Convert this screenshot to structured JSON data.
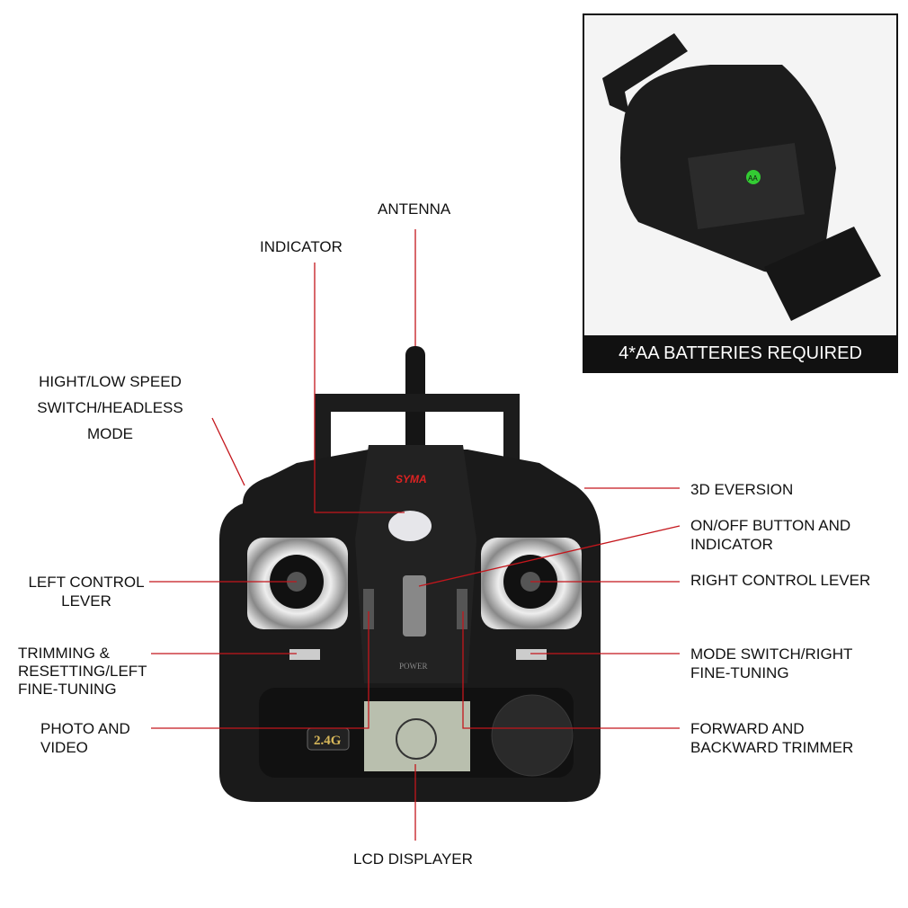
{
  "labels": {
    "antenna": "ANTENNA",
    "indicator": "INDICATOR",
    "speed_switch": [
      "HIGHT/LOW SPEED",
      "SWITCH/HEADLESS",
      "MODE"
    ],
    "eversion": "3D EVERSION",
    "onoff": [
      "ON/OFF BUTTON AND",
      "INDICATOR"
    ],
    "left_lever": [
      "LEFT CONTROL",
      "LEVER"
    ],
    "right_lever": "RIGHT CONTROL LEVER",
    "trimming": [
      "TRIMMING &",
      "RESETTING/LEFT",
      "FINE-TUNING"
    ],
    "mode_switch": [
      "MODE SWITCH/RIGHT",
      "FINE-TUNING"
    ],
    "photo": [
      "PHOTO AND",
      "VIDEO"
    ],
    "trimmer": [
      "FORWARD AND",
      "BACKWARD TRIMMER"
    ],
    "lcd": "LCD DISPLAYER"
  },
  "inset": {
    "caption": "4*AA BATTERIES REQUIRED",
    "battery_label": "AA"
  },
  "controller": {
    "brand": "SYMA",
    "badge": "2.4G",
    "power": "POWER"
  },
  "colors": {
    "line": "#c4161c",
    "body": "#1a1a1a",
    "lcd": "#b9bfae"
  }
}
